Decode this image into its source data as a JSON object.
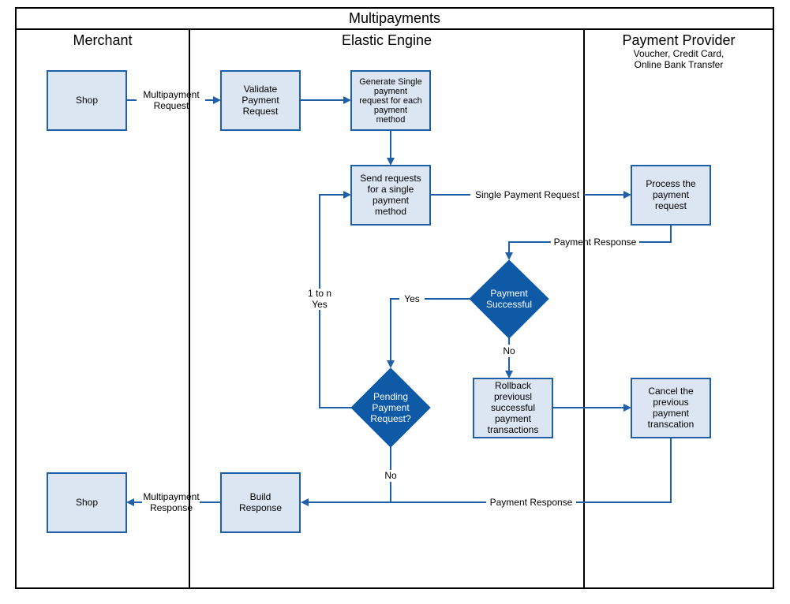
{
  "title": "Multipayments",
  "lanes": {
    "merchant": "Merchant",
    "engine": "Elastic Engine",
    "provider": "Payment Provider",
    "provider_sub_1": "Voucher, Credit Card,",
    "provider_sub_2": "Online Bank Transfer"
  },
  "nodes": {
    "shop_top": [
      "Shop"
    ],
    "validate": [
      "Validate",
      "Payment",
      "Request"
    ],
    "generate": [
      "Generate Single",
      "payment",
      "request for each",
      "payment",
      "method"
    ],
    "send": [
      "Send requests",
      "for a single",
      "payment",
      "method"
    ],
    "process": [
      "Process the",
      "payment",
      "request"
    ],
    "payment_successful": [
      "Payment",
      "Successful"
    ],
    "rollback": [
      "Rollback",
      "previousl",
      "successful",
      "payment",
      "transactions"
    ],
    "cancel": [
      "Cancel the",
      "previous",
      "payment",
      "transcation"
    ],
    "pending": [
      "Pending",
      "Payment",
      "Request?"
    ],
    "build": [
      "Build",
      "Response"
    ],
    "shop_bottom": [
      "Shop"
    ]
  },
  "edges": {
    "multipayment_request": [
      "Multipayment",
      "Request"
    ],
    "single_payment_request": "Single Payment Request",
    "payment_response_1": "Payment Response",
    "yes": "Yes",
    "no_1": "No",
    "loop": [
      "1 to n",
      "Yes"
    ],
    "no_2": "No",
    "payment_response_2": "Payment Response",
    "multipayment_response": [
      "Multipayment",
      "Response"
    ]
  },
  "colors": {
    "box_fill": "#dce6f2",
    "box_stroke": "#1f5fa8",
    "diamond_fill": "#0e5aa7",
    "arrow": "#1f5fa8"
  }
}
